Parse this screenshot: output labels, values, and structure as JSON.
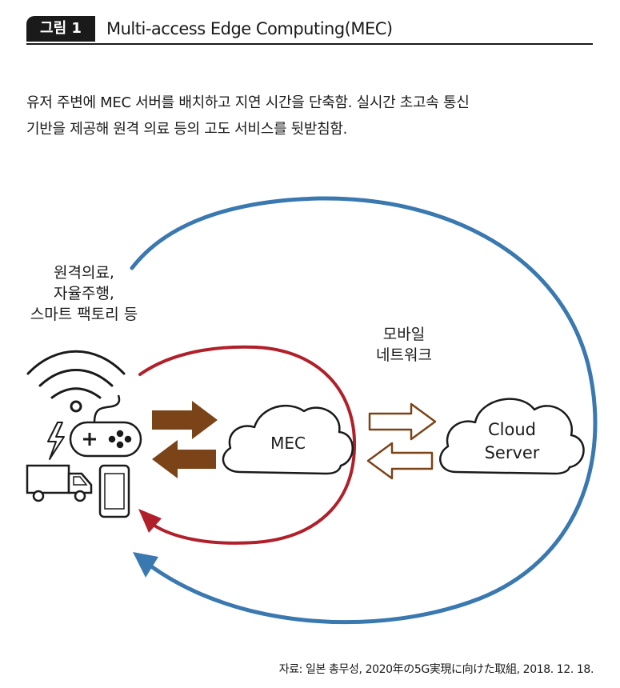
{
  "figure": {
    "badge": "그림 1",
    "title": "Multi-access Edge Computing(MEC)"
  },
  "description": {
    "line1": "유저 주변에 MEC 서버를 배치하고 지연 시간을 단축함. 실시간 초고속 통신",
    "line2": "기반을 제공해 원격 의료 등의 고도 서비스를 뒷받침함."
  },
  "diagram": {
    "services": [
      "원격의료,",
      "자율주행,",
      "스마트 팩토리 등"
    ],
    "network": [
      "모바일",
      "네트워크"
    ],
    "mec_label": "MEC",
    "cloud_label": [
      "Cloud",
      "Server"
    ],
    "colors": {
      "outer_loop": "#3a78b0",
      "inner_loop": "#b0202a",
      "arrow_fill": "#7a4418",
      "arrow_outline": "#7a4418"
    },
    "icons": [
      "wifi-icon",
      "lightning-icon",
      "gamepad-icon",
      "truck-icon",
      "smartphone-icon"
    ]
  },
  "source": "자료: 일본 총무성, 2020年の5G実現に向けた取組, 2018. 12. 18."
}
